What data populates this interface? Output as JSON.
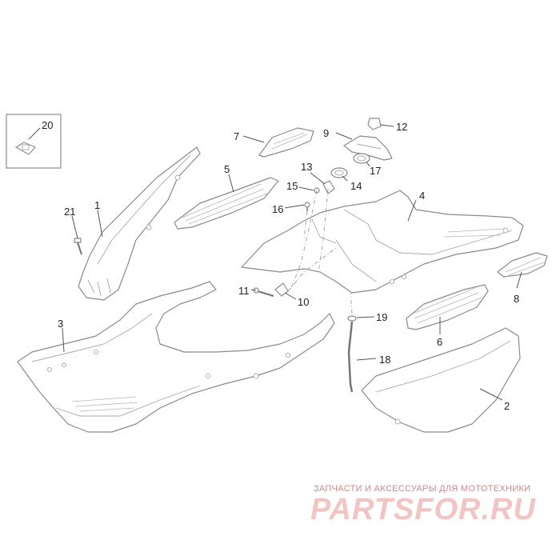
{
  "diagram": {
    "callouts": [
      "1",
      "2",
      "3",
      "4",
      "5",
      "6",
      "7",
      "8",
      "9",
      "10",
      "11",
      "12",
      "13",
      "14",
      "15",
      "16",
      "17",
      "18",
      "19",
      "20",
      "21"
    ]
  },
  "watermark": {
    "caption": "ЗАПЧАСТИ И АКСЕССУАРЫ ДЛЯ МОТОТЕХНИКИ",
    "logo": "PARTSFOR.RU"
  },
  "colors": {
    "line": "#8a8a8a",
    "watermark": "#f2c4c4"
  }
}
